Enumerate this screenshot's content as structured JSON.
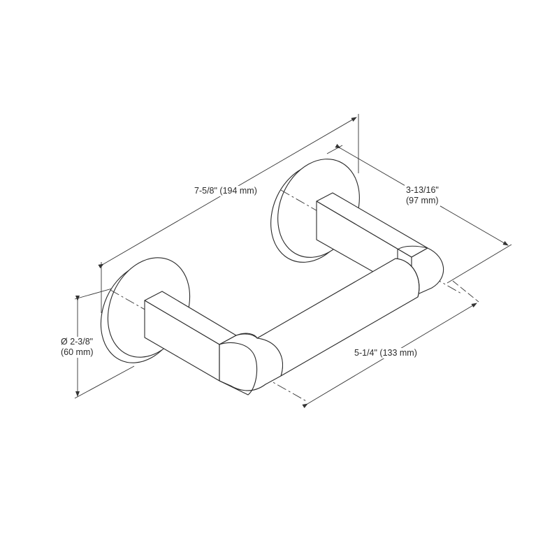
{
  "drawing": {
    "title": "Double post toilet tissue holder - dimension drawing",
    "line_color": "#2a2a2a",
    "background": "#ffffff"
  },
  "dimensions": {
    "overall_width": {
      "imperial": "7-5/8\"",
      "metric": "(194 mm)",
      "text": "7-5/8\" (194 mm)"
    },
    "projection": {
      "imperial": "3-13/16\"",
      "metric": "(97 mm)"
    },
    "escutcheon_diameter": {
      "imperial": "Ø 2-3/8\"",
      "metric": "(60 mm)"
    },
    "roller_length": {
      "imperial": "5-1/4\"",
      "metric": "(133 mm)",
      "text": "5-1/4\" (133 mm)"
    }
  },
  "parts": [
    {
      "name": "left-escutcheon",
      "shape": "round-plate"
    },
    {
      "name": "right-escutcheon",
      "shape": "round-plate"
    },
    {
      "name": "left-arm",
      "shape": "rectangular-post"
    },
    {
      "name": "right-arm",
      "shape": "rectangular-post"
    },
    {
      "name": "roller",
      "shape": "cylinder"
    }
  ]
}
